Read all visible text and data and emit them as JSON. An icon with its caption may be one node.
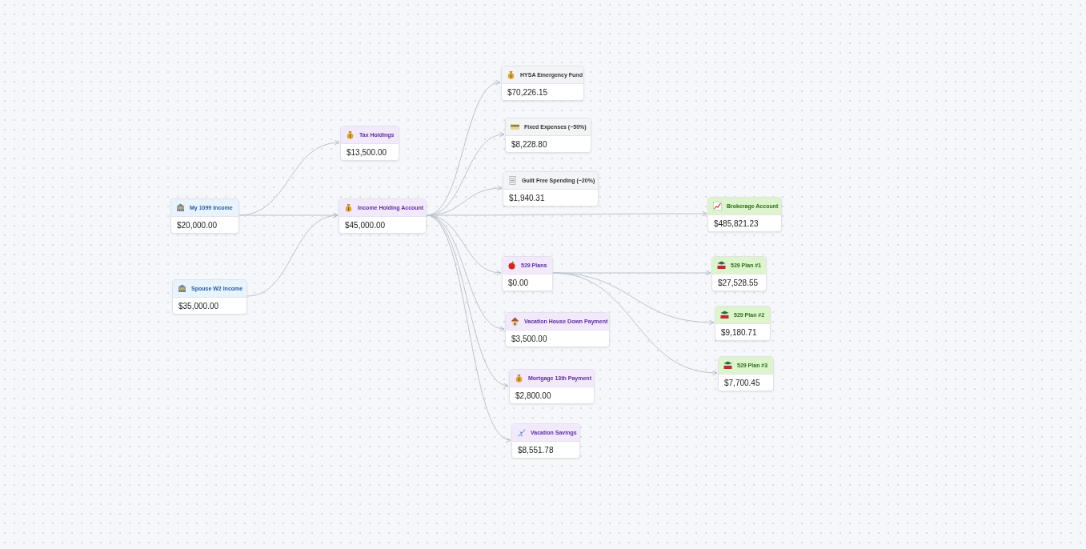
{
  "diagram": {
    "nodes": [
      {
        "text": [
          "My 1099 Income",
          "$20,000.00"
        ]
      },
      {
        "text": [
          "Spouse W2 Income",
          "$35,000.00"
        ]
      },
      {
        "text": [
          "Tax Holdings",
          "$13,500.00"
        ]
      },
      {
        "text": [
          "Income Holding Account",
          "$45,000.00"
        ]
      },
      {
        "text": [
          "HYSA Emergency Fund",
          "$70,226.15"
        ]
      },
      {
        "text": [
          "Fixed Expenses (~50%)",
          "$8,228.80"
        ]
      },
      {
        "text": [
          "Guilt Free Spending (~20%)",
          "$1,940.31"
        ]
      },
      {
        "text": [
          "Brokerage Account",
          "$485,821.23"
        ]
      },
      {
        "text": [
          "529 Plans",
          "$0.00"
        ]
      },
      {
        "text": [
          "Vacation House Down Payment",
          "$3,500.00"
        ]
      },
      {
        "text": [
          "Mortgage 13th Payment",
          "$2,800.00"
        ]
      },
      {
        "text": [
          "Vacation Savings",
          "$8,551.78"
        ]
      },
      {
        "text": [
          "529 Plan #1",
          "$27,528.55"
        ]
      },
      {
        "text": [
          "529 Plan #2",
          "$9,180.71"
        ]
      },
      {
        "text": [
          "529 Plan #3",
          "$7,700.45"
        ]
      }
    ],
    "edges": [
      {
        "from": 0,
        "to": 2,
        "arrow": "to"
      },
      {
        "from": 0,
        "to": 3,
        "arrow": "to"
      },
      {
        "from": 1,
        "to": 3,
        "arrow": "to"
      },
      {
        "from": 3,
        "to": 4,
        "arrow": "to"
      },
      {
        "from": 3,
        "to": 5,
        "arrow": "to"
      },
      {
        "from": 3,
        "to": 6,
        "arrow": "to"
      },
      {
        "from": 3,
        "to": 7,
        "arrow": "to"
      },
      {
        "from": 3,
        "to": 8,
        "arrow": "to"
      },
      {
        "from": 3,
        "to": 9,
        "arrow": "to"
      },
      {
        "from": 3,
        "to": 10,
        "arrow": "to"
      },
      {
        "from": 3,
        "to": 11,
        "arrow": "to"
      },
      {
        "from": 8,
        "to": 12,
        "arrow": "to"
      },
      {
        "from": 8,
        "to": 13,
        "arrow": "to"
      },
      {
        "from": 8,
        "to": 14,
        "arrow": "to"
      }
    ]
  }
}
